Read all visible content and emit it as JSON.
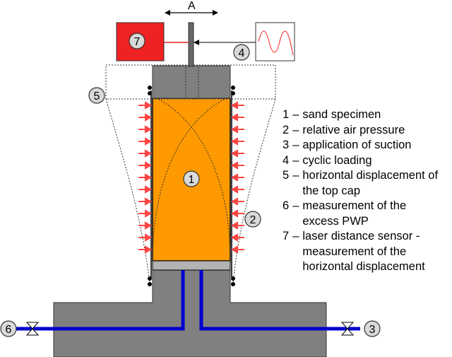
{
  "diagram": {
    "arrow_label": "A",
    "markers": {
      "m1": "1",
      "m2": "2",
      "m3": "3",
      "m4": "4",
      "m5": "5",
      "m6": "6",
      "m7": "7"
    }
  },
  "legend": {
    "items": [
      {
        "number": "1",
        "dash": "–",
        "text": "sand specimen"
      },
      {
        "number": "2",
        "dash": "–",
        "text": "relative air pressure"
      },
      {
        "number": "3",
        "dash": "–",
        "text": "application of suction"
      },
      {
        "number": "4",
        "dash": "–",
        "text": "cyclic loading"
      },
      {
        "number": "5",
        "dash": "–",
        "text": "horizontal displacement of the top cap"
      },
      {
        "number": "6",
        "dash": "–",
        "text": "measurement of the excess PWP"
      },
      {
        "number": "7",
        "dash": "–",
        "text": "laser distance sensor - measurement of the horizontal displacement"
      }
    ]
  },
  "colors": {
    "specimen": "#ff9900",
    "cap": "#808080",
    "pipe": "#0000cc",
    "sensor_box": "#ee2222",
    "pressure_arrows": "#ff4444",
    "marker_fill": "#d9d9d9"
  }
}
